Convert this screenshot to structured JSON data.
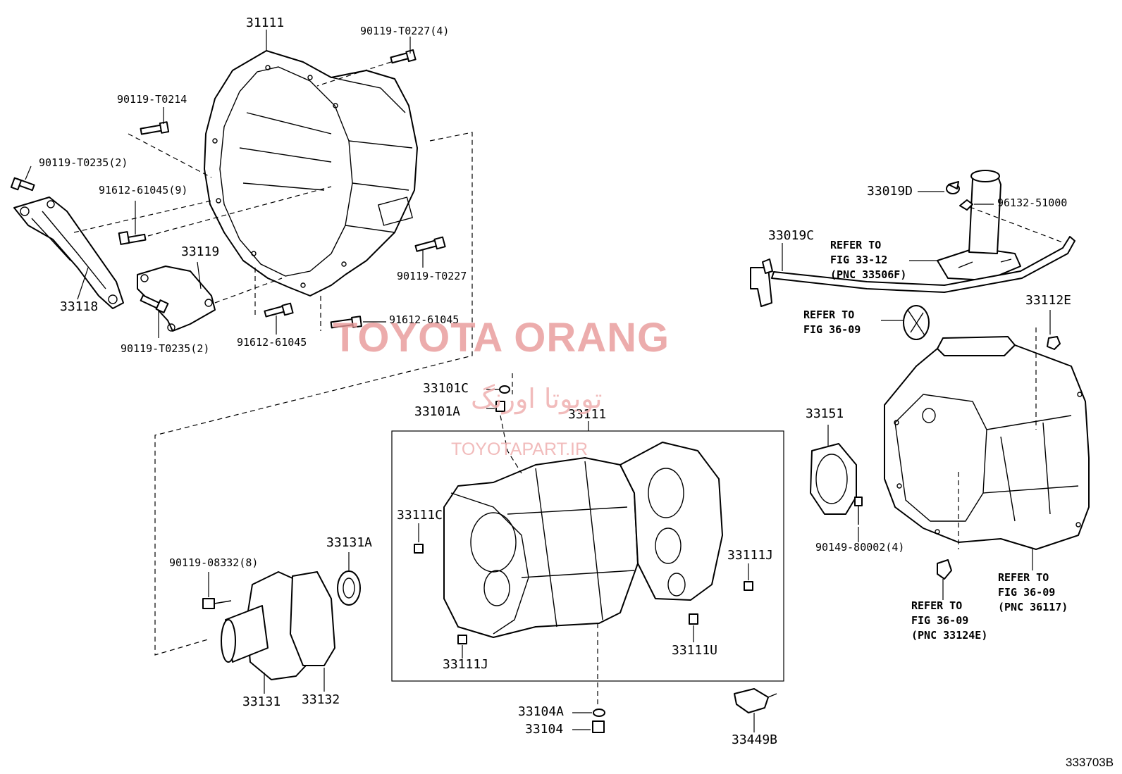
{
  "labels": {
    "p31111": "31111",
    "p90119_T0227_4": "90119-T0227(4)",
    "p90119_T0214": "90119-T0214",
    "p90119_T0235_2_top": "90119-T0235(2)",
    "p91612_61045_9": "91612-61045(9)",
    "p33119": "33119",
    "p33118": "33118",
    "p90119_T0227": "90119-T0227",
    "p90119_T0235_2_bot": "90119-T0235(2)",
    "p91612_61045_a": "91612-61045",
    "p91612_61045_b": "91612-61045",
    "p33019D": "33019D",
    "p96132_51000": "96132-51000",
    "p33019C": "33019C",
    "p33112E": "33112E",
    "p33101C": "33101C",
    "p33101A": "33101A",
    "p33111_box": "33111",
    "p33151": "33151",
    "p33111C": "33111C",
    "p33131A": "33131A",
    "p90119_08332_8": "90119-08332(8)",
    "p33111J_right": "33111J",
    "p33111J_left": "33111J",
    "p33111U": "33111U",
    "p90149_80002_4": "90149-80002(4)",
    "p33131": "33131",
    "p33132": "33132",
    "p33104A": "33104A",
    "p33104": "33104",
    "p33449B": "33449B"
  },
  "notes": {
    "refer_fig_33_12": "REFER TO\nFIG 33-12\n(PNC 33506F)",
    "refer_fig_36_09_top": "REFER TO\nFIG 36-09",
    "refer_fig_36_09_36117": "REFER TO\nFIG 36-09\n(PNC 36117)",
    "refer_fig_36_09_33124E": "REFER TO\nFIG 36-09\n(PNC 33124E)"
  },
  "watermark": {
    "main": "TOYOTA ORANG",
    "persian": "تویوتا اورنگ",
    "url": "TOYOTAPART.IR"
  },
  "figure_code": "333703B"
}
